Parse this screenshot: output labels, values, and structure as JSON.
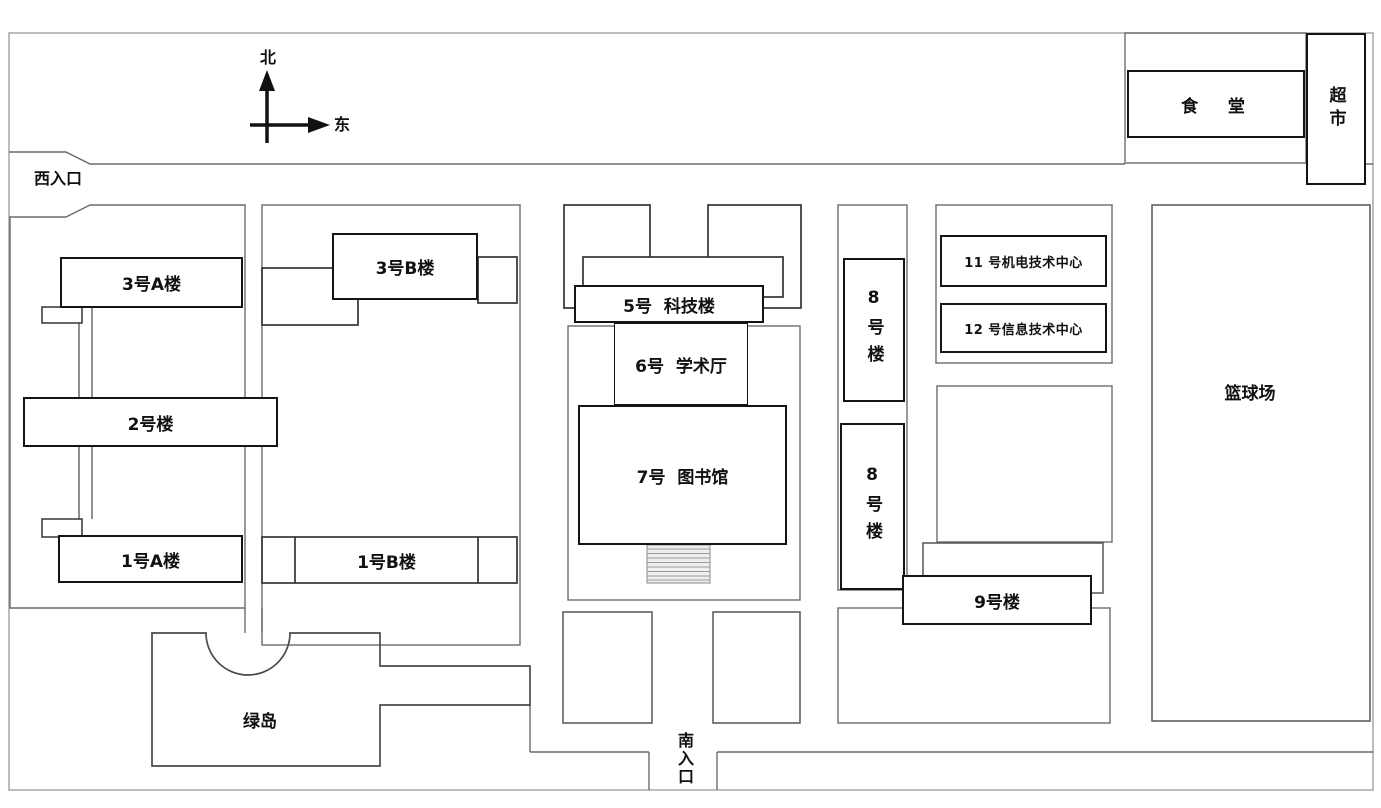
{
  "map": {
    "compass": {
      "north": "北",
      "east": "东"
    },
    "entrances": {
      "west": "西入口",
      "south": "南入口"
    },
    "buildings": {
      "b1a": "1号A楼",
      "b1b": "1号B楼",
      "b2": "2号楼",
      "b3a": "3号A楼",
      "b3b": "3号B楼",
      "b5": "5号  科技楼",
      "b6": "6号  学术厅",
      "b7": "7号  图书馆",
      "b8n": "8号楼",
      "b8s": "8号楼",
      "b9": "9号楼",
      "b11": "11 号机电技术中心",
      "b12": "12 号信息技术中心"
    },
    "facilities": {
      "canteen": "食  堂",
      "supermarket": "超市"
    },
    "areas": {
      "basketball": "篮球场",
      "green_island": "绿岛"
    },
    "colors": {
      "background": "#ffffff",
      "road_line": "#6b6b6b",
      "building_border": "#141414",
      "text": "#111111"
    }
  }
}
